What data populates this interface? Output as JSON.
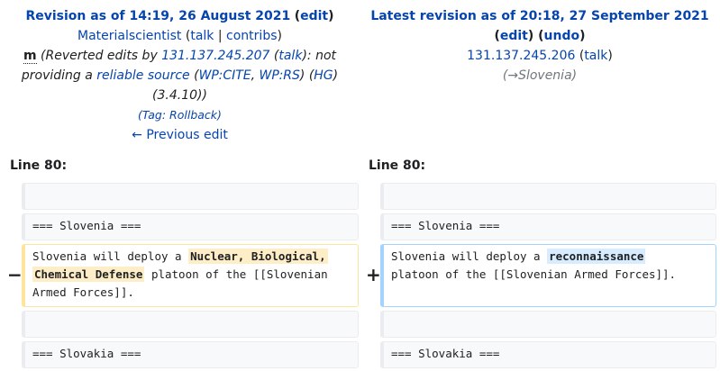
{
  "left": {
    "title_prefix": "Revision as of 14:19, 26 August 2021",
    "edit": "edit",
    "user": "Materialscientist",
    "talk": "talk",
    "contribs": "contribs",
    "minor": "m",
    "summary_prefix": "(Reverted edits by",
    "summary_user": "131.137.245.207",
    "summary_talk": "talk",
    "summary_mid1": "): not",
    "summary_mid2": "providing a",
    "summary_source": "reliable source",
    "wp_cite": "WP:CITE",
    "wp_rs": "WP:RS",
    "hg": "HG",
    "version": "(3.4.10))",
    "tag_prefix": "(Tag:",
    "tag_name": "Rollback",
    "prev_edit": "← Previous edit",
    "line_label": "Line 80:"
  },
  "right": {
    "title_prefix": "Latest revision as of 20:18, 27 September 2021",
    "edit": "edit",
    "undo": "undo",
    "user": "131.137.245.206",
    "talk": "talk",
    "section_arrow": "→",
    "section_name": "Slovenia",
    "line_label": "Line 80:"
  },
  "diff": {
    "heading_slovenia": "=== Slovenia ===",
    "heading_slovakia": "=== Slovakia ===",
    "del_prefix": "Slovenia will deploy a ",
    "del_hl1": "Nuclear, Biological,",
    "del_hl2": "Chemical Defense",
    "del_suffix1": " platoon of the [[Slovenian",
    "del_suffix2": "Armed Forces]].",
    "add_prefix": "Slovenia will deploy a ",
    "add_hl": "reconnaissance",
    "add_suffix": "platoon of the [[Slovenian Armed Forces]].",
    "minus": "−",
    "plus": "+"
  },
  "colors": {
    "link": "#0645ad",
    "deleted": "#ffe49c",
    "added": "#a3d3ff"
  }
}
